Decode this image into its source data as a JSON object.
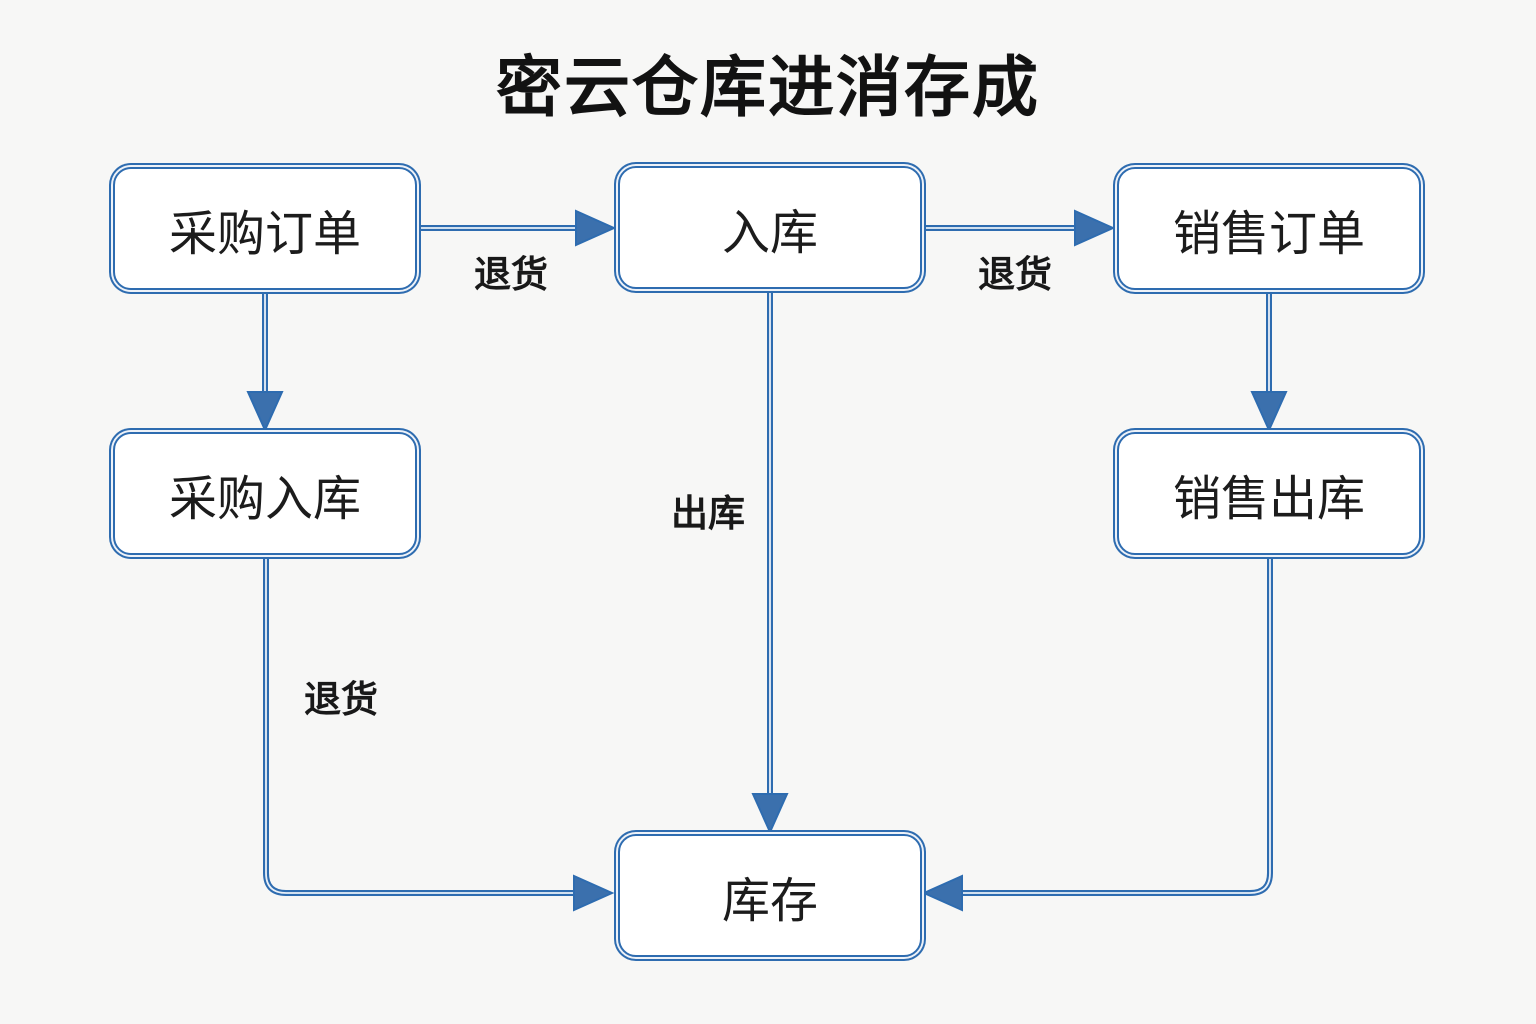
{
  "title": "密云仓库进消存成",
  "diagram": {
    "type": "flowchart",
    "nodes": [
      {
        "id": "purchase-order",
        "label": "采购订单"
      },
      {
        "id": "inbound",
        "label": "入库"
      },
      {
        "id": "sales-order",
        "label": "销售订单"
      },
      {
        "id": "purchase-inbound",
        "label": "采购入库"
      },
      {
        "id": "sales-outbound",
        "label": "销售出库"
      },
      {
        "id": "inventory",
        "label": "库存"
      }
    ],
    "edges": [
      {
        "from": "采购订单",
        "to": "入库",
        "label": "退货"
      },
      {
        "from": "入库",
        "to": "销售订单",
        "label": "退货"
      },
      {
        "from": "入库",
        "to": "库存",
        "label": "出库"
      },
      {
        "from": "采购入库",
        "to": "库存",
        "label": "退货"
      },
      {
        "from": "采购订单",
        "to": "采购入库",
        "label": ""
      },
      {
        "from": "销售订单",
        "to": "销售出库",
        "label": ""
      },
      {
        "from": "销售出库",
        "to": "库存",
        "label": ""
      }
    ],
    "colors": {
      "line": "#2e6cb0",
      "arrow_fill": "#3b70ad",
      "box_fill": "#ffffff",
      "background": "#f7f7f6",
      "text": "#1c1c1c"
    }
  }
}
